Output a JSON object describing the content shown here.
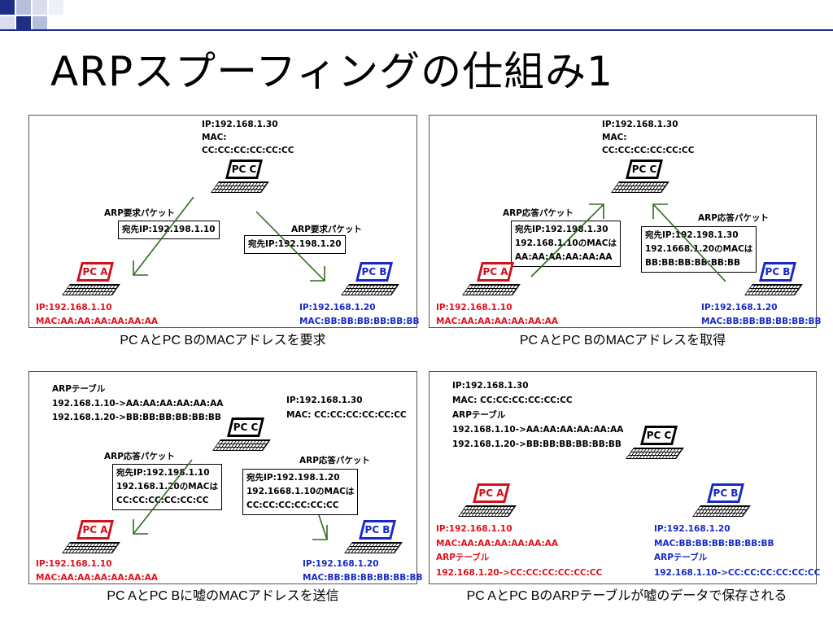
{
  "title": "ARPスプーフィングの仕組み1",
  "panels": [
    {
      "caption": "PC AとPC BのMACアドレスを要求",
      "pc_c": {
        "label": "PC C",
        "ip": "IP:192.168.1.30",
        "mac_label": "MAC:",
        "mac": "CC:CC:CC:CC:CC:CC"
      },
      "left_request": {
        "label": "ARP要求パケット",
        "dest": "宛先IP:192.198.1.10"
      },
      "right_request": {
        "label": "ARP要求パケット",
        "dest": "宛先IP:192.198.1.20"
      },
      "pc_a": {
        "label": "PC A",
        "ip": "IP:192.168.1.10",
        "mac": "MAC:AA:AA:AA:AA:AA:AA"
      },
      "pc_b": {
        "label": "PC B",
        "ip": "IP:192.168.1.20",
        "mac": "MAC:BB:BB:BB:BB:BB:BB"
      }
    },
    {
      "caption": "PC AとPC BのMACアドレスを取得",
      "pc_c": {
        "label": "PC C",
        "ip": "IP:192.168.1.30",
        "mac_label": "MAC:",
        "mac": "CC:CC:CC:CC:CC:CC"
      },
      "left_reply": {
        "label": "ARP応答パケット",
        "lines": [
          "宛先IP:192.198.1.30",
          "192.168.1.10のMACは",
          "AA:AA:AA:AA:AA:AA"
        ]
      },
      "right_reply": {
        "label": "ARP応答パケット",
        "lines": [
          "宛先IP:192.198.1.30",
          "192.1668.1.20のMACは",
          "BB:BB:BB:BB:BB:BB"
        ]
      },
      "pc_a": {
        "label": "PC A",
        "ip": "IP:192.168.1.10",
        "mac": "MAC:AA:AA:AA:AA:AA:AA"
      },
      "pc_b": {
        "label": "PC B",
        "ip": "IP:192.168.1.20",
        "mac": "MAC:BB:BB:BB:BB:BB:BB"
      }
    },
    {
      "caption": "PC AとPC Bに嘘のMACアドレスを送信",
      "arp_table": {
        "label": "ARPテーブル",
        "rows": [
          "192.168.1.10->AA:AA:AA:AA:AA:AA",
          "192.168.1.20->BB:BB:BB:BB:BB:BB"
        ]
      },
      "pc_c": {
        "label": "PC C",
        "ip": "IP:192.168.1.30",
        "mac": "MAC: CC:CC:CC:CC:CC:CC"
      },
      "left_reply": {
        "label": "ARP応答パケット",
        "lines": [
          "宛先IP:192.198.1.10",
          "192.168.1.20のMACは",
          "CC:CC:CC:CC:CC:CC"
        ]
      },
      "right_reply": {
        "label": "ARP応答パケット",
        "lines": [
          "宛先IP:192.198.1.20",
          "192.1668.1.10のMACは",
          "CC:CC:CC:CC:CC:CC"
        ]
      },
      "pc_a": {
        "label": "PC A",
        "ip": "IP:192.168.1.10",
        "mac": "MAC:AA:AA:AA:AA:AA:AA"
      },
      "pc_b": {
        "label": "PC B",
        "ip": "IP:192.168.1.20",
        "mac": "MAC:BB:BB:BB:BB:BB:BB"
      }
    },
    {
      "caption": "PC AとPC BのARPテーブルが嘘のデータで保存される",
      "pc_c": {
        "label": "PC C",
        "ip": "IP:192.168.1.30",
        "mac": "MAC: CC:CC:CC:CC:CC:CC",
        "table_label": "ARPテーブル",
        "rows": [
          "192.168.1.10->AA:AA:AA:AA:AA:AA",
          "192.168.1.20->BB:BB:BB:BB:BB:BB"
        ]
      },
      "pc_a": {
        "label": "PC A",
        "ip": "IP:192.168.1.10",
        "mac": "MAC:AA:AA:AA:AA:AA:AA",
        "table_label": "ARPテーブル",
        "row": "192.168.1.20->CC:CC:CC:CC:CC:CC"
      },
      "pc_b": {
        "label": "PC B",
        "ip": "IP:192.168.1.20",
        "mac": "MAC:BB:BB:BB:BB:BB:BB",
        "table_label": "ARPテーブル",
        "row": "192.168.1.10->CC:CC:CC:CC:CC:CC"
      }
    }
  ],
  "colors": {
    "pc_a": "#e0101a",
    "pc_b": "#1628c8",
    "arrow": "#2e6b1e",
    "deco_dark": "#1f2f88",
    "deco_light": "#b6bedf"
  },
  "icons": {
    "computer": "laptop-icon",
    "arrow": "arrow-icon"
  }
}
